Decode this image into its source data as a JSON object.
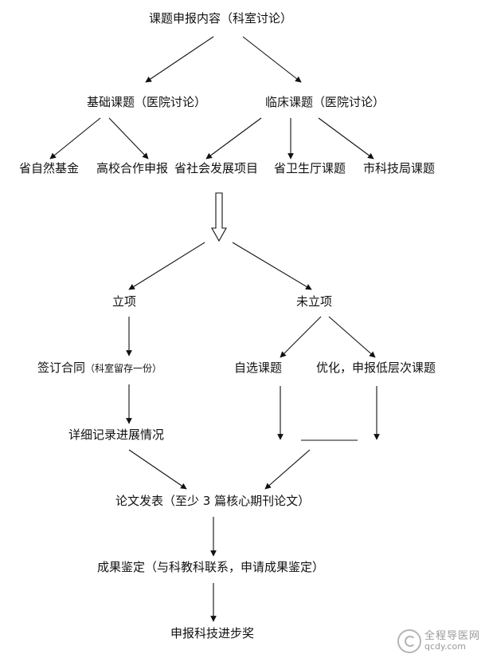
{
  "nodes": {
    "root": "课题申报内容（科室讨论）",
    "basic": "基础课题（医院讨论）",
    "clinical": "临床课题（医院讨论）",
    "prov_natural": "省自然基金",
    "univ_coop": "高校合作申报",
    "prov_social": "省社会发展项目",
    "prov_health": "省卫生厅课题",
    "city_tech": "市科技局课题",
    "approved": "立项",
    "not_approved": "未立项",
    "contract_main": "签订合同",
    "contract_note": "（科室留存一份）",
    "self_select": "自选课题",
    "optimize": "优化，申报低层次课题",
    "record": "详细记录进展情况",
    "publish": "论文发表（至少 3 篇核心期刊论文）",
    "appraisal": "成果鉴定（与科教科联系，申请成果鉴定）",
    "award": "申报科技进步奖"
  },
  "watermark": {
    "name": "全程导医网",
    "url": "qcdy.com"
  }
}
